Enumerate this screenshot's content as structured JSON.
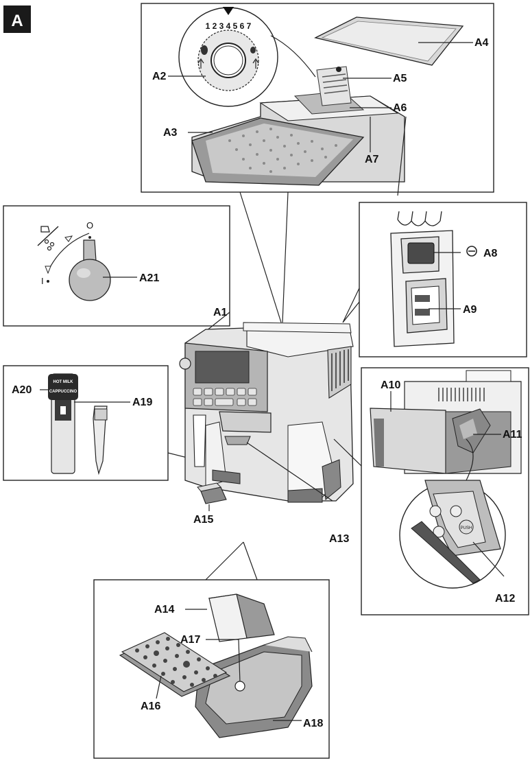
{
  "badge": "A",
  "labels": {
    "A1": "A1",
    "A2": "A2",
    "A3": "A3",
    "A4": "A4",
    "A5": "A5",
    "A6": "A6",
    "A7": "A7",
    "A8": "A8",
    "A9": "A9",
    "A10": "A10",
    "A11": "A11",
    "A12": "A12",
    "A13": "A13",
    "A14": "A14",
    "A15": "A15",
    "A16": "A16",
    "A17": "A17",
    "A18": "A18",
    "A19": "A19",
    "A20": "A20",
    "A21": "A21"
  },
  "markings": {
    "grind_scale": "1 2 3 4 5 6 7",
    "steam_off": "O",
    "steam_on": "I",
    "hot_milk": "HOT MILK",
    "cappuccino": "CAPPUCCINO",
    "push": "PUSH"
  },
  "colors": {
    "badge_bg": "#1a1a1a",
    "machine_light": "#e6e6e6",
    "machine_mid": "#bdbdbd",
    "machine_dark": "#444444"
  }
}
